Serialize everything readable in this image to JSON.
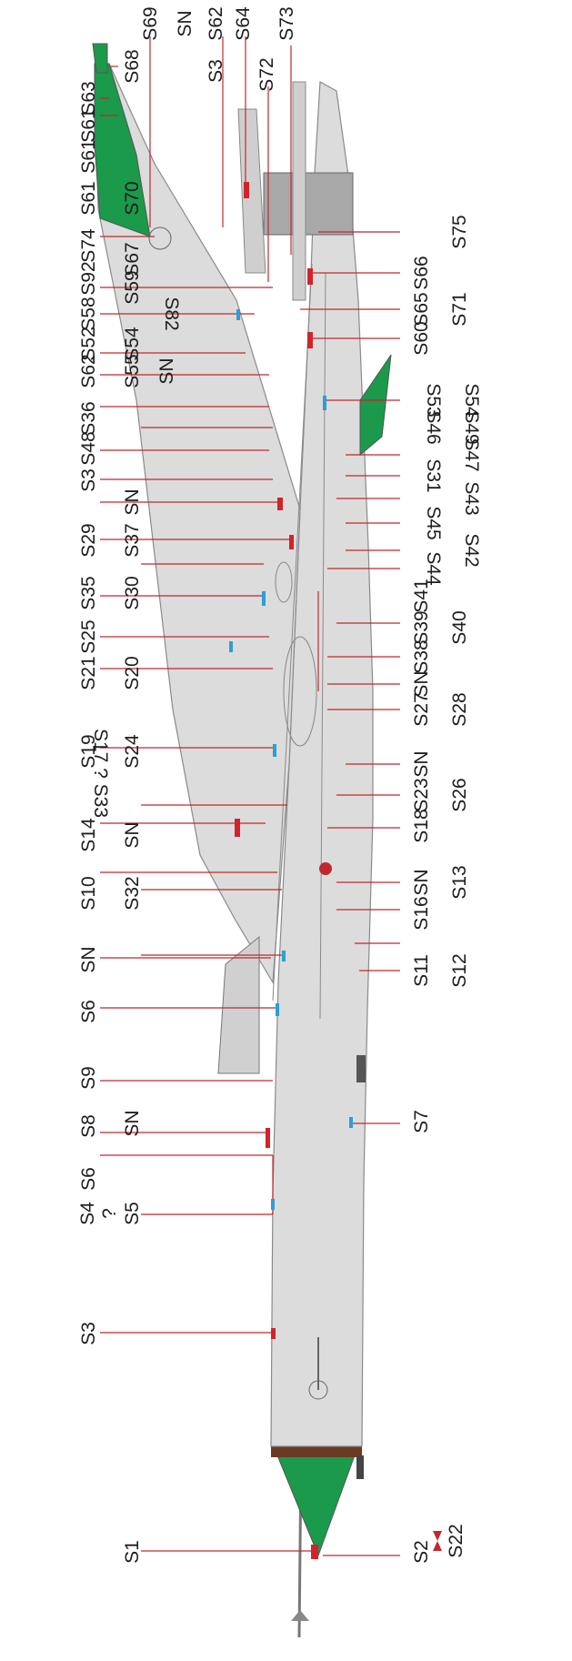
{
  "colors": {
    "airframe": "#dcdcdc",
    "panel_line": "#8a8a8a",
    "green": "#1a9a4a",
    "leader": "#c0282d",
    "stencil_red": "#d2232a",
    "stencil_blue": "#2a9fd8",
    "label": "#1e1e1e",
    "nozzle_grey": "#a8a8a8",
    "radome_brown": "#6b3a22"
  },
  "labels": {
    "s1": "S1",
    "s2": "S2",
    "s22": "S22",
    "s3_nose": "S3",
    "s4": "S4",
    "q_s4": "?",
    "s5": "S5",
    "s6_a": "S6",
    "s8": "S8",
    "sn_a": "SN",
    "s9": "S9",
    "s6_b": "S6",
    "s7": "S7",
    "sn_b": "SN",
    "s10": "S10",
    "s32": "S32",
    "s14": "S14",
    "sn_c": "SN",
    "s17q33": "S17 ? S33",
    "s19": "S19",
    "s24": "S24",
    "s21": "S21",
    "s20": "S20",
    "s25": "S25",
    "s11": "S11",
    "s12": "S12",
    "s16": "S16",
    "sn_d": "SN",
    "s13": "S13",
    "s18": "S18",
    "s23": "S23",
    "s26": "S26",
    "sn_e": "SN",
    "s27": "S27",
    "s28": "S28",
    "sn_f": "SN",
    "s38": "S38",
    "s39": "S39",
    "s40": "S40",
    "s41": "S41",
    "s35": "S35",
    "s30": "S30",
    "s29": "S29",
    "s37": "S37",
    "sn_g": "SN",
    "s3_mid": "S3",
    "s48": "S48",
    "s36": "S36",
    "s62_a": "S62",
    "s55": "S55",
    "sn_h": "SN",
    "s52": "S52",
    "s54_top": "S54",
    "s82": "S82",
    "s58": "S58",
    "s59": "S59",
    "s92": "S92",
    "s67": "S67",
    "s74": "S74",
    "s61_a": "S61",
    "s70": "S70",
    "s61_b": "S61",
    "s44": "S44",
    "s42": "S42",
    "s45": "S45",
    "s43": "S43",
    "s31": "S31",
    "s47": "S47",
    "s46": "S46",
    "s49": "S49",
    "s53": "S53",
    "s54_bot": "S54",
    "s60": "S60",
    "s65": "S65",
    "s71": "S71",
    "s66": "S66",
    "s75": "S75",
    "s61_c": "S61",
    "s63": "S63",
    "s68": "S68",
    "s69": "S69",
    "sn_i": "SN",
    "s62_b": "S62",
    "s3_tail": "S3",
    "s64": "S64",
    "s72": "S72",
    "s73": "S73"
  }
}
